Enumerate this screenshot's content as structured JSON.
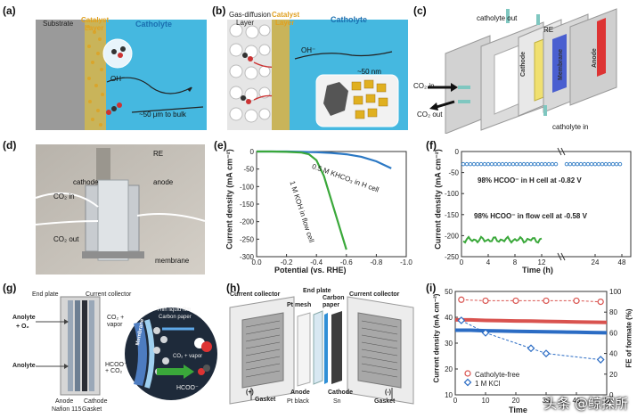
{
  "panels": {
    "a": {
      "label": "(a)",
      "substrate": "Substrate",
      "catalyst1": "Catalyst",
      "catalyst2": "Layer",
      "catholyte": "Catholyte",
      "oh": "OH⁻",
      "dist": "~50 μm to bulk"
    },
    "b": {
      "label": "(b)",
      "gdl1": "Gas-diffusion",
      "gdl2": "Layer",
      "catalyst1": "Catalyst",
      "catalyst2": "Layer",
      "catholyte": "Catholyte",
      "oh": "OH⁻",
      "dist": "~50 nm"
    },
    "c": {
      "label": "(c)",
      "catholyte_out": "catholyte out",
      "re": "RE",
      "co2_in": "CO₂ in",
      "co2_out": "CO₂ out",
      "cathode": "Cathode",
      "membrane": "Membrane",
      "anode": "Anode",
      "catholyte_in": "catholyte in"
    },
    "d": {
      "label": "(d)",
      "re": "RE",
      "cathode": "cathode",
      "anode": "anode",
      "co2_in": "CO₂ in",
      "co2_out": "CO₂ out",
      "membrane": "membrane"
    },
    "e": {
      "label": "(e)",
      "ylabel": "Current density (mA cm⁻²)",
      "xlabel": "Potential (vs. RHE)",
      "series1_label": "0.5 M KHCO₃ in H cell",
      "series2_label": "1 M KOH in flow cell"
    },
    "f": {
      "label": "(f)",
      "ylabel": "Current density (mA cm⁻²)",
      "xlabel": "Time (h)",
      "ann1": "98% HCOO⁻ in H cell at -0.82 V",
      "ann2": "98% HCOO⁻ in flow cell at -0.58 V"
    },
    "g": {
      "label": "(g)",
      "end_plate": "End plate",
      "current_collector": "Current collector",
      "anolyte_o2": "Anolyte",
      "o2": "+ O₂",
      "anolyte": "Anolyte",
      "co2_vapor": "CO₂ +",
      "vapor": "vapor",
      "thin_film": "Thin liquid film",
      "carbon_paper": "Carbon paper",
      "co2_vapor2": "CO₂ + vapor",
      "hcoo_co2": "HCOO⁻",
      "co2": "+ CO₂",
      "hcoo": "HCOO⁻",
      "anode": "Anode",
      "nafion": "Nafion 115",
      "cathode": "Cathode",
      "gasket": "Gasket",
      "membrane": "Membrane"
    },
    "h": {
      "label": "(h)",
      "current_collector_l": "Current collector",
      "end_plate": "End plate",
      "pt_mesh": "Pt mesh",
      "carbon": "Carbon",
      "paper": "paper",
      "current_collector_r": "Current collector",
      "plus": "(+)",
      "gasket_l": "Gasket",
      "anode": "Anode",
      "pt_black": "Pt black",
      "cathode": "Cathode",
      "sn": "Sn",
      "minus": "(-)",
      "gasket_r": "Gasket"
    },
    "i": {
      "label": "(i)",
      "ylabel_l": "Current density (mA cm⁻²)",
      "ylabel_r": "FE of formate (%)",
      "xlabel": "Time",
      "legend1": "Catholyte-free",
      "legend2": "1 M KCl"
    }
  },
  "watermark": "头条 @鲸探所",
  "chart_data": [
    {
      "type": "line",
      "panel": "e",
      "xlabel": "Potential (vs. RHE)",
      "ylabel": "Current density (mA cm⁻²)",
      "xlim": [
        0.0,
        -1.0
      ],
      "ylim": [
        -300,
        0
      ],
      "x_ticks": [
        "0.0",
        "-0.2",
        "-0.4",
        "-0.6",
        "-0.8",
        "-1.0"
      ],
      "y_ticks": [
        "0",
        "-50",
        "-100",
        "-150",
        "-200",
        "-250",
        "-300"
      ],
      "series": [
        {
          "name": "0.5 M KHCO₃ in H cell",
          "color": "#2b78c4",
          "x": [
            0.0,
            -0.1,
            -0.2,
            -0.3,
            -0.4,
            -0.5,
            -0.6,
            -0.7,
            -0.8,
            -0.9
          ],
          "y": [
            0,
            0,
            0,
            -1,
            -2,
            -4,
            -8,
            -15,
            -28,
            -48
          ]
        },
        {
          "name": "1 M KOH in flow cell",
          "color": "#3aa83a",
          "x": [
            0.0,
            -0.1,
            -0.2,
            -0.3,
            -0.35,
            -0.4,
            -0.45,
            -0.5,
            -0.55,
            -0.6
          ],
          "y": [
            0,
            0,
            -1,
            -3,
            -8,
            -25,
            -70,
            -140,
            -210,
            -280
          ]
        }
      ]
    },
    {
      "type": "scatter",
      "panel": "f",
      "xlabel": "Time (h)",
      "ylabel": "Current density (mA cm⁻²)",
      "ylim": [
        -250,
        0
      ],
      "y_ticks": [
        "0",
        "-50",
        "-100",
        "-150",
        "-200",
        "-250"
      ],
      "x_ticks": [
        "0",
        "4",
        "8",
        "12",
        "24",
        "48"
      ],
      "axis_break": true,
      "series": [
        {
          "name": "H cell",
          "color": "#2b78c4",
          "level": -30
        },
        {
          "name": "flow cell",
          "color": "#3aa83a",
          "level": -210
        }
      ]
    },
    {
      "type": "scatter",
      "panel": "i",
      "xlabel": "Time",
      "ylabel_left": "Current density (mA cm⁻²)",
      "ylabel_right": "FE of formate (%)",
      "ylim_left": [
        10,
        50
      ],
      "ylim_right": [
        0,
        100
      ],
      "y_ticks_left": [
        "10",
        "20",
        "30",
        "40",
        "50"
      ],
      "y_ticks_right": [
        "0",
        "20",
        "40",
        "60",
        "80",
        "100"
      ],
      "x_ticks": [
        "0",
        "10",
        "20",
        "30",
        "40",
        "50"
      ],
      "series": [
        {
          "name": "Catholyte-free",
          "color": "#d9534f",
          "axis": "left",
          "x": [
            0,
            5,
            10,
            15,
            20,
            25,
            30,
            35,
            40,
            45,
            50
          ],
          "y": [
            39,
            39,
            38.8,
            38.7,
            38.6,
            38.5,
            38.4,
            38.3,
            38.2,
            38.1,
            38
          ]
        },
        {
          "name": "1 M KCl",
          "color": "#2b6cc4",
          "axis": "left",
          "x": [
            0,
            5,
            10,
            15,
            20,
            25,
            30,
            35,
            40,
            45,
            50
          ],
          "y": [
            35,
            35,
            34.8,
            34.7,
            34.6,
            34.5,
            34.4,
            34.3,
            34.2,
            34.1,
            34
          ]
        },
        {
          "name": "Catholyte-free FE",
          "color": "#d9534f",
          "axis": "right",
          "x": [
            2,
            10,
            20,
            30,
            40,
            48
          ],
          "y": [
            92,
            91,
            91,
            91,
            91,
            90
          ]
        },
        {
          "name": "1 M KCl FE",
          "color": "#2b6cc4",
          "axis": "right",
          "x": [
            2,
            10,
            25,
            30,
            48
          ],
          "y": [
            72,
            60,
            45,
            40,
            34
          ]
        }
      ]
    }
  ]
}
